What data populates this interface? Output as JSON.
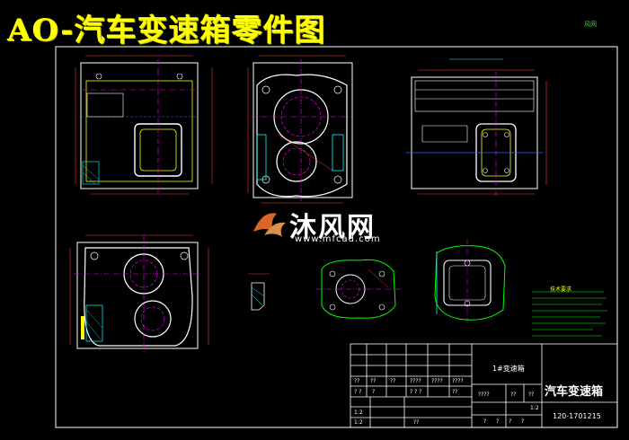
{
  "banner": {
    "title": "AO-汽车变速箱零件图"
  },
  "corner_tag": "风网",
  "watermark": {
    "brand": "沐风网",
    "url": "www.mfcad.com"
  },
  "tech_notes": {
    "title": "技术要求"
  },
  "title_block": {
    "part_name": "1#变速箱",
    "product_name": "汽车变速箱",
    "drawing_code": "120-1701215",
    "cells_row1": [
      "??",
      "??",
      "??",
      "????",
      "????",
      "????"
    ],
    "cells_row2": [
      "? ?",
      "?",
      "? ? ?",
      "??"
    ],
    "cells_mid": [
      "????",
      "??",
      "??"
    ],
    "scale": "1:2",
    "cells_row3": [
      "??",
      "??"
    ],
    "cells_bottom": [
      "?",
      "?",
      "?",
      "?"
    ],
    "left_small": [
      "1:2",
      "1:2"
    ]
  },
  "colors": {
    "background": "#000000",
    "banner": "#ffff00",
    "frame": "#ffffff",
    "outline": "#ffffff",
    "dimension": "#ff3333",
    "center": "#ff00ff",
    "hidden": "#3366ff",
    "hatch": "#00ffff",
    "section": "#00ff00"
  }
}
